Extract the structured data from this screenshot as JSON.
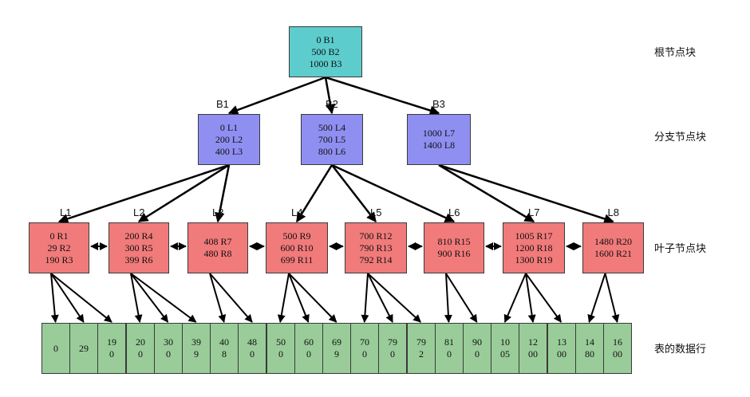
{
  "root": {
    "lines": [
      "0 B1",
      "500 B2",
      "1000 B3"
    ]
  },
  "branches": [
    {
      "label": "B1",
      "lines": [
        "0 L1",
        "200 L2",
        "400 L3"
      ]
    },
    {
      "label": "B2",
      "lines": [
        "500 L4",
        "700 L5",
        "800 L6"
      ]
    },
    {
      "label": "B3",
      "lines": [
        "1000 L7",
        "1400 L8"
      ]
    }
  ],
  "leaves": [
    {
      "label": "L1",
      "lines": [
        "0 R1",
        "29 R2",
        "190 R3"
      ]
    },
    {
      "label": "L2",
      "lines": [
        "200 R4",
        "300 R5",
        "399 R6"
      ]
    },
    {
      "label": "L3",
      "lines": [
        "408 R7",
        "480 R8"
      ]
    },
    {
      "label": "L4",
      "lines": [
        "500 R9",
        "600 R10",
        "699 R11"
      ]
    },
    {
      "label": "L5",
      "lines": [
        "700 R12",
        "790 R13",
        "792 R14"
      ]
    },
    {
      "label": "L6",
      "lines": [
        "810 R15",
        "900 R16"
      ]
    },
    {
      "label": "L7",
      "lines": [
        "1005 R17",
        "1200 R18",
        "1300 R19"
      ]
    },
    {
      "label": "L8",
      "lines": [
        "1480 R20",
        "1600 R21"
      ]
    }
  ],
  "rows": [
    [
      "0"
    ],
    [
      "29"
    ],
    [
      "19",
      "0"
    ],
    [
      "20",
      "0"
    ],
    [
      "30",
      "0"
    ],
    [
      "39",
      "9"
    ],
    [
      "40",
      "8"
    ],
    [
      "48",
      "0"
    ],
    [
      "50",
      "0"
    ],
    [
      "60",
      "0"
    ],
    [
      "69",
      "9"
    ],
    [
      "70",
      "0"
    ],
    [
      "79",
      "0"
    ],
    [
      "79",
      "2"
    ],
    [
      "81",
      "0"
    ],
    [
      "90",
      "0"
    ],
    [
      "10",
      "05"
    ],
    [
      "12",
      "00"
    ],
    [
      "13",
      "00"
    ],
    [
      "14",
      "80"
    ],
    [
      "16",
      "00"
    ]
  ],
  "side_labels": {
    "root": "根节点块",
    "branch": "分支节点块",
    "leaf": "叶子节点块",
    "rows": "表的数据行"
  },
  "colors": {
    "root": "#5ccccc",
    "branch": "#8f8ff2",
    "leaf": "#f17a7a",
    "row": "#99cc99"
  }
}
